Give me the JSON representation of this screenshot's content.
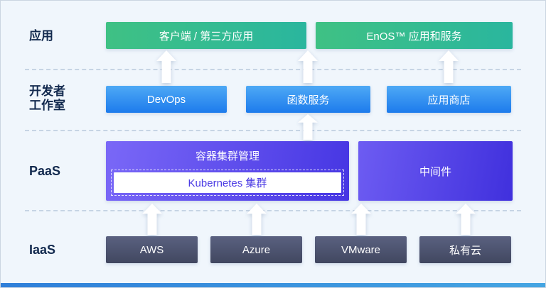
{
  "layers": {
    "app": {
      "label": "应用",
      "boxes": [
        {
          "label": "客户端 / 第三方应用"
        },
        {
          "label": "EnOS™ 应用和服务"
        }
      ]
    },
    "dev": {
      "label_line1": "开发者",
      "label_line2": "工作室",
      "boxes": [
        {
          "label": "DevOps"
        },
        {
          "label": "函数服务"
        },
        {
          "label": "应用商店"
        }
      ]
    },
    "paas": {
      "label": "PaaS",
      "cluster": {
        "title": "容器集群管理",
        "inner_label": "Kubernetes 集群"
      },
      "middleware_label": "中间件"
    },
    "iaas": {
      "label": "IaaS",
      "boxes": [
        {
          "label": "AWS"
        },
        {
          "label": "Azure"
        },
        {
          "label": "VMware"
        },
        {
          "label": "私有云"
        }
      ]
    }
  },
  "colors": {
    "background": "#f0f6fc",
    "app_box_gradient": [
      "#3fc184",
      "#2ab69e"
    ],
    "dev_box_gradient": [
      "#4ea9f5",
      "#1d7bec"
    ],
    "paas_box_gradient": [
      "#7a68f7",
      "#4636e3"
    ],
    "iaas_box_gradient": [
      "#5a6180",
      "#414760"
    ],
    "kubernetes_text": "#4b3be4",
    "layer_label_text": "#12294e",
    "separator": "#c6d4e4",
    "arrow": "#ffffff",
    "bottom_bar_gradient": [
      "#2f7fd9",
      "#45a5e2"
    ]
  }
}
